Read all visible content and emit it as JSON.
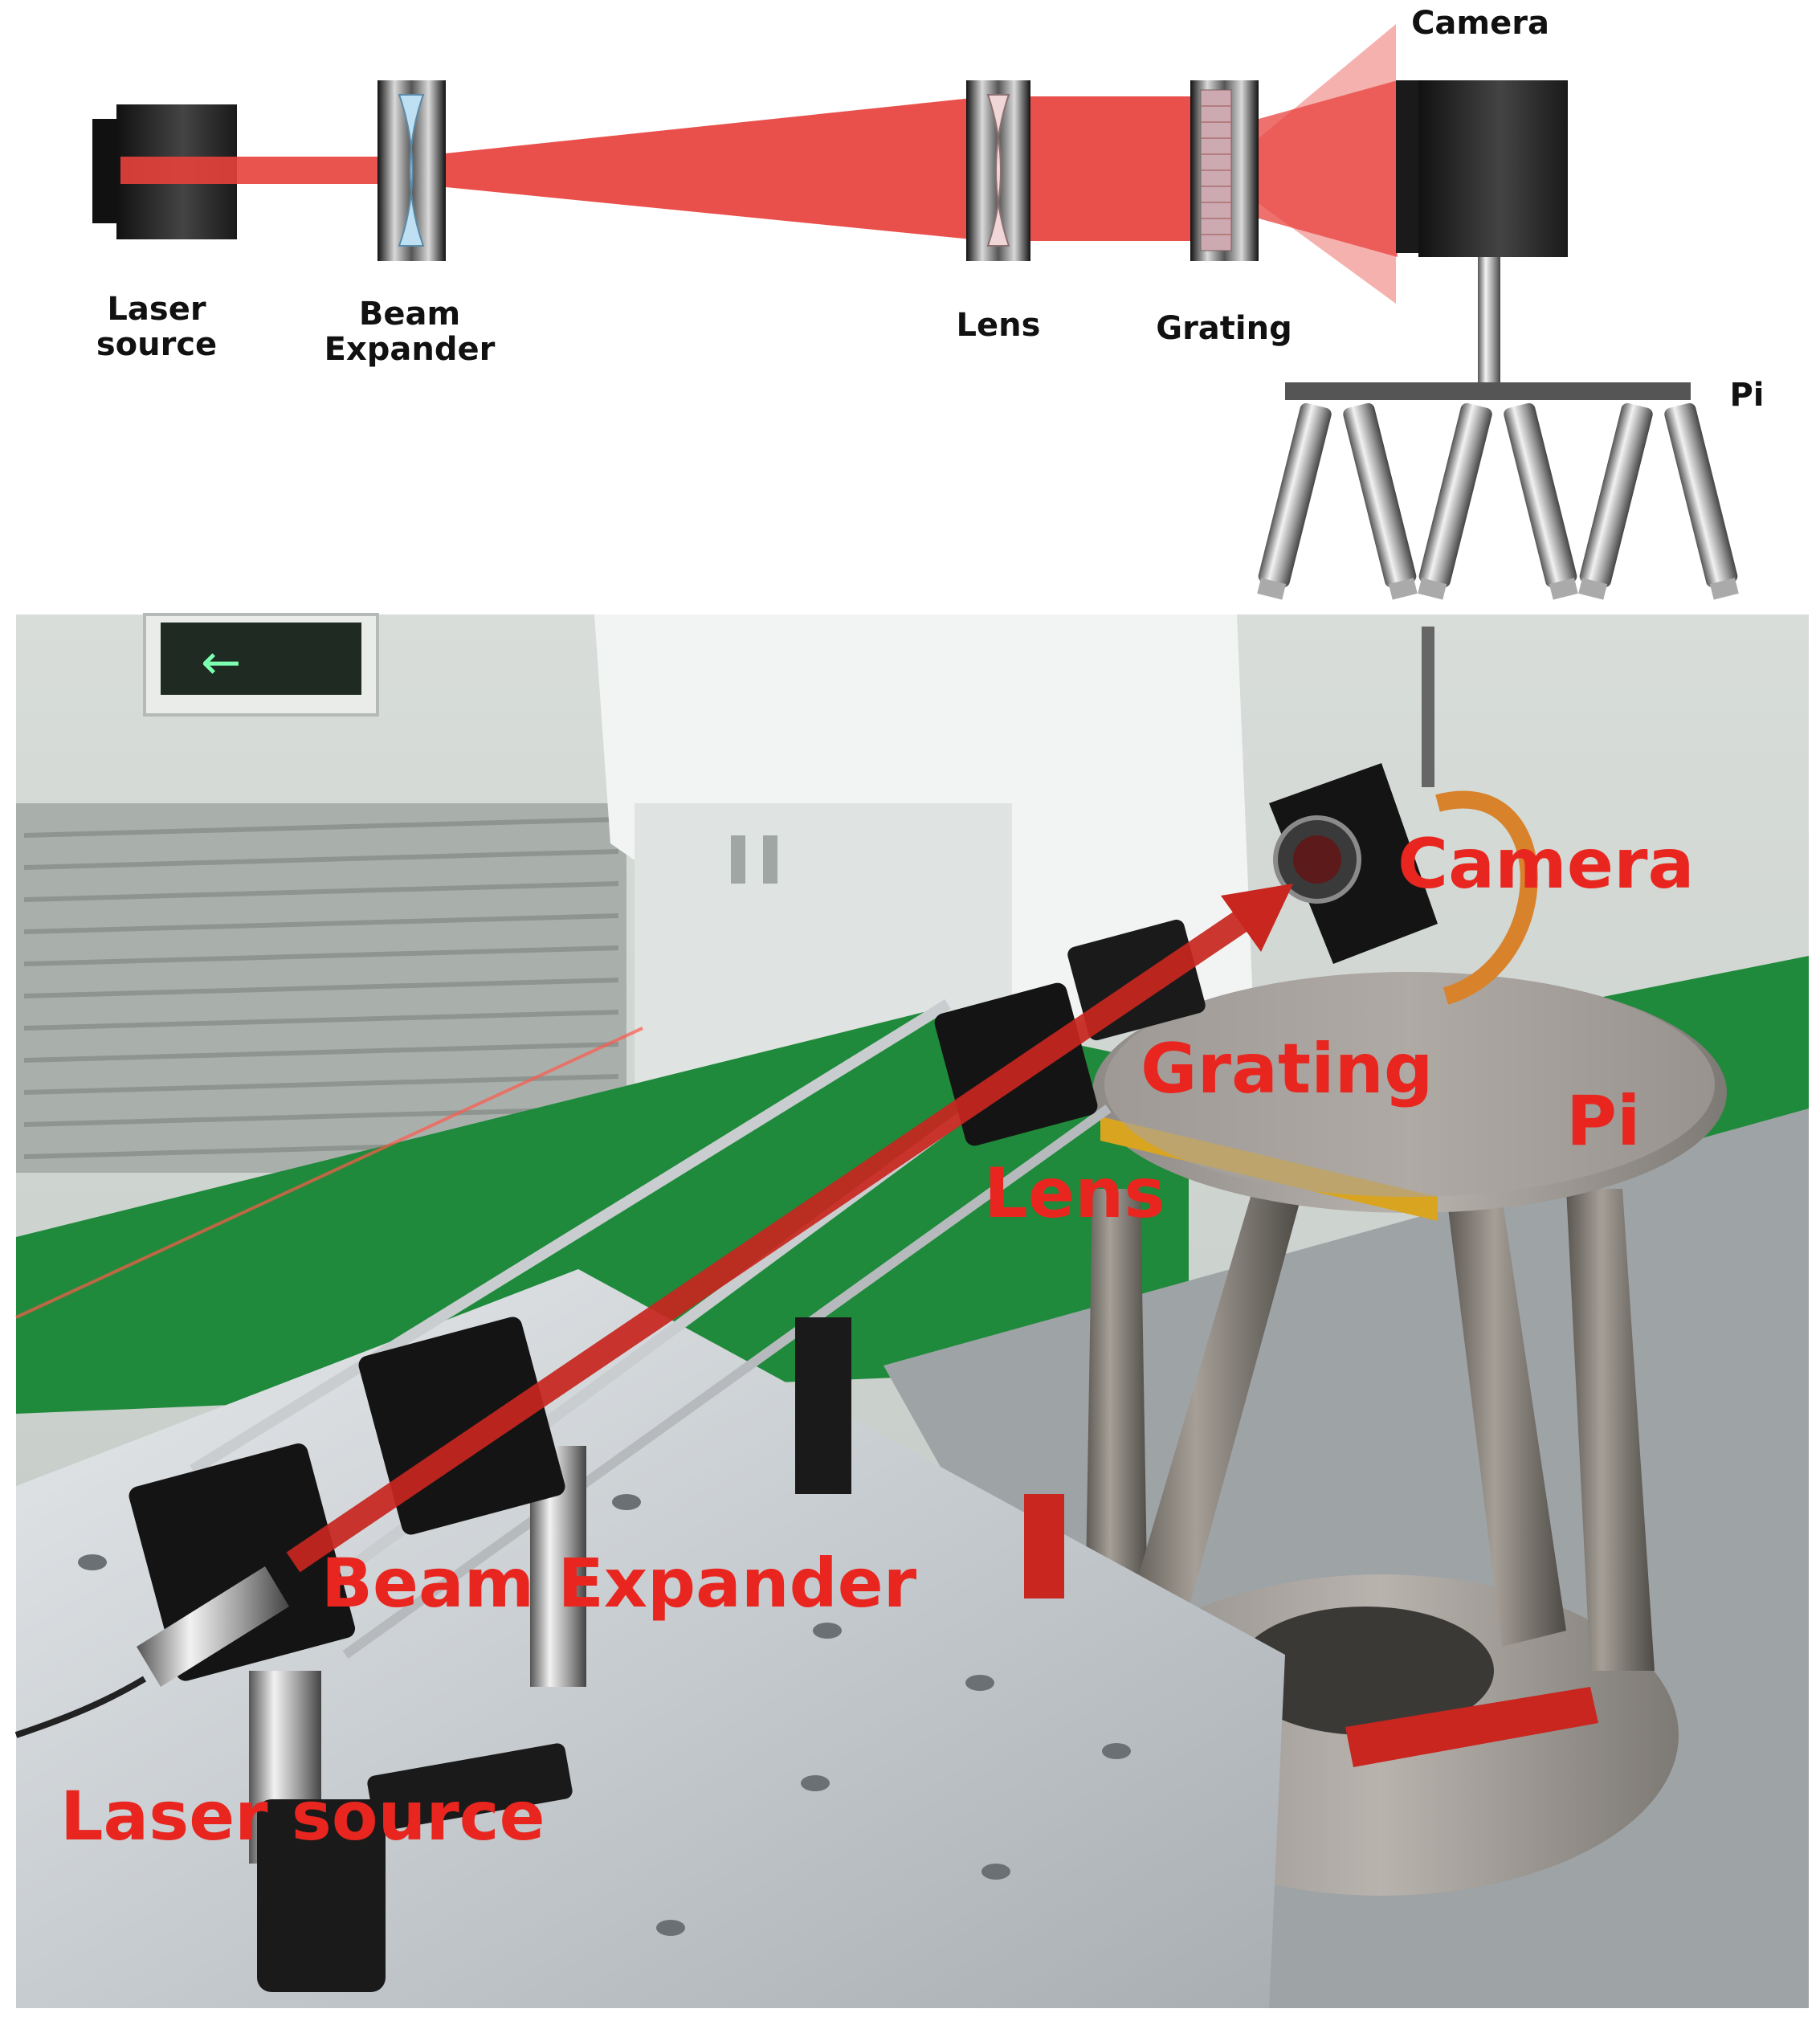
{
  "schematic": {
    "labels": {
      "laser_source": [
        "Laser",
        "source"
      ],
      "beam_expander": [
        "Beam",
        "Expander"
      ],
      "lens": "Lens",
      "grating": "Grating",
      "camera": "Camera",
      "pi": "Pi"
    },
    "colors": {
      "beam": "#e8413c",
      "beam_light": "#f3a3a0",
      "metal_dark": "#222222",
      "glass": "#bfe0f2"
    }
  },
  "photo": {
    "labels": {
      "camera": "Camera",
      "grating": "Grating",
      "pi": "Pi",
      "lens": "Lens",
      "beam_expander": "Beam Expander",
      "laser_source": "Laser source"
    },
    "colors": {
      "annotation": "#e8261f",
      "laser_arrow": "#c8261f",
      "floor": "#1f8a3b",
      "table": "#cfd3d6"
    }
  }
}
